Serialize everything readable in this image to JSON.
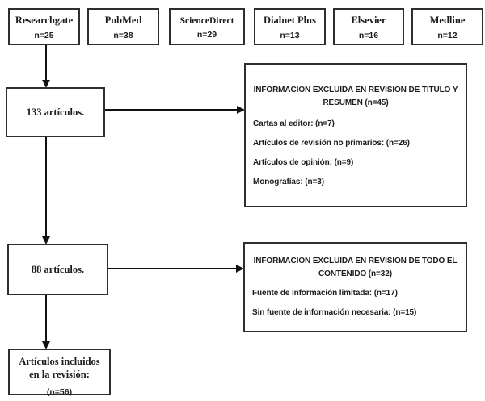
{
  "sources": [
    {
      "name": "Researchgate",
      "count": "n=25"
    },
    {
      "name": "PubMed",
      "count": "n=38"
    },
    {
      "name": "ScienceDirect",
      "count": "n=29"
    },
    {
      "name": "Dialnet Plus",
      "count": "n=13"
    },
    {
      "name": "Elsevier",
      "count": "n=16"
    },
    {
      "name": "Medline",
      "count": "n=12"
    }
  ],
  "stages": [
    {
      "label": "133 artículos."
    },
    {
      "label": "88 artículos."
    }
  ],
  "included": {
    "line1": "Artículos incluidos",
    "line2": "en la revisión:",
    "count": "(n=56)"
  },
  "exclusions": [
    {
      "title": "INFORMACION EXCLUIDA EN REVISION DE TITULO Y RESUMEN (n=45)",
      "items": [
        "Cartas al editor: (n=7)",
        "Artículos de revisión no primarios: (n=26)",
        "Artículos de opinión: (n=9)",
        "Monografías: (n=3)"
      ]
    },
    {
      "title": "INFORMACION EXCLUIDA EN REVISION DE TODO EL CONTENIDO (n=32)",
      "items": [
        "Fuente de información limitada: (n=17)",
        "Sin fuente de información necesaria: (n=15)"
      ]
    }
  ],
  "colors": {
    "background": "#ffffff",
    "border": "#2e2e2e",
    "line": "#111111",
    "text": "#1c1c1c"
  }
}
